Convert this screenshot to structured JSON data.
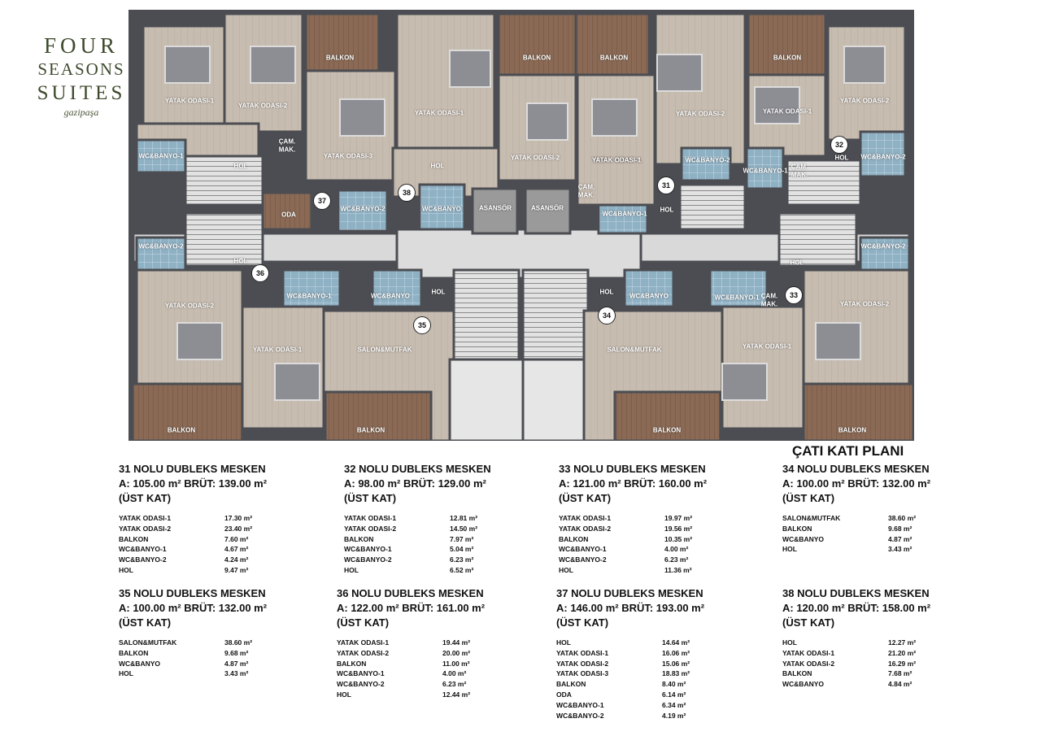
{
  "logo": {
    "line1": "FOUR",
    "line2": "SEASONS",
    "line3": "SUITES",
    "sub": "gazipaşa"
  },
  "plan_title": "ÇATI KATI PLANI",
  "rooms": {
    "balkon": "BALKON",
    "yatak1": "YATAK ODASI-1",
    "yatak2": "YATAK ODASI-2",
    "yatak3": "YATAK ODASI-3",
    "hol": "HOL",
    "wc": "WC&BANYO",
    "wc1": "WC&BANYO-1",
    "wc2": "WC&BANYO-2",
    "oda": "ODA",
    "asansor": "ASANSÖR",
    "salon": "SALON&MUTFAK",
    "cam": "ÇAM.",
    "mak": "MAK."
  },
  "markers": [
    "31",
    "32",
    "33",
    "34",
    "35",
    "36",
    "37",
    "38"
  ],
  "units": [
    {
      "title": "31 NOLU DUBLEKS MESKEN",
      "area": "A: 105.00 m² BRÜT: 139.00 m²",
      "floor": "(ÜST KAT)",
      "rooms": [
        {
          "n": "YATAK ODASI-1",
          "v": "17.30 m²"
        },
        {
          "n": "YATAK ODASI-2",
          "v": "23.40 m²"
        },
        {
          "n": "BALKON",
          "v": "7.60 m²"
        },
        {
          "n": "WC&BANYO-1",
          "v": "4.67 m²"
        },
        {
          "n": "WC&BANYO-2",
          "v": "4.24 m²"
        },
        {
          "n": "HOL",
          "v": "9.47 m²"
        }
      ]
    },
    {
      "title": "32 NOLU DUBLEKS MESKEN",
      "area": "A: 98.00 m² BRÜT: 129.00 m²",
      "floor": "(ÜST KAT)",
      "rooms": [
        {
          "n": "YATAK ODASI-1",
          "v": "12.81 m²"
        },
        {
          "n": "YATAK ODASI-2",
          "v": "14.50 m²"
        },
        {
          "n": "BALKON",
          "v": "7.97 m²"
        },
        {
          "n": "WC&BANYO-1",
          "v": "5.04 m²"
        },
        {
          "n": "WC&BANYO-2",
          "v": "6.23 m²"
        },
        {
          "n": "HOL",
          "v": "6.52 m²"
        }
      ]
    },
    {
      "title": "33 NOLU DUBLEKS MESKEN",
      "area": "A: 121.00 m² BRÜT: 160.00 m²",
      "floor": "(ÜST KAT)",
      "rooms": [
        {
          "n": "YATAK ODASI-1",
          "v": "19.97 m²"
        },
        {
          "n": "YATAK ODASI-2",
          "v": "19.56 m²"
        },
        {
          "n": "BALKON",
          "v": "10.35 m²"
        },
        {
          "n": "WC&BANYO-1",
          "v": "4.00 m²"
        },
        {
          "n": "WC&BANYO-2",
          "v": "6.23 m²"
        },
        {
          "n": "HOL",
          "v": "11.36 m²"
        }
      ]
    },
    {
      "title": "34 NOLU DUBLEKS MESKEN",
      "area": "A: 100.00 m² BRÜT: 132.00 m²",
      "floor": "(ÜST KAT)",
      "rooms": [
        {
          "n": "SALON&MUTFAK",
          "v": "38.60 m²"
        },
        {
          "n": "BALKON",
          "v": "9.68 m²"
        },
        {
          "n": "WC&BANYO",
          "v": "4.87 m²"
        },
        {
          "n": "HOL",
          "v": "3.43 m²"
        }
      ]
    },
    {
      "title": "35 NOLU DUBLEKS MESKEN",
      "area": "A: 100.00 m² BRÜT: 132.00 m²",
      "floor": "(ÜST KAT)",
      "rooms": [
        {
          "n": "SALON&MUTFAK",
          "v": "38.60 m²"
        },
        {
          "n": "BALKON",
          "v": "9.68 m²"
        },
        {
          "n": "WC&BANYO",
          "v": "4.87 m²"
        },
        {
          "n": "HOL",
          "v": "3.43 m²"
        }
      ]
    },
    {
      "title": "36 NOLU DUBLEKS MESKEN",
      "area": "A: 122.00 m² BRÜT: 161.00 m²",
      "floor": "(ÜST KAT)",
      "rooms": [
        {
          "n": "YATAK ODASI-1",
          "v": "19.44 m²"
        },
        {
          "n": "YATAK ODASI-2",
          "v": "20.00 m²"
        },
        {
          "n": "BALKON",
          "v": "11.00 m²"
        },
        {
          "n": "WC&BANYO-1",
          "v": "4.00 m²"
        },
        {
          "n": "WC&BANYO-2",
          "v": "6.23 m²"
        },
        {
          "n": "HOL",
          "v": "12.44 m²"
        }
      ]
    },
    {
      "title": "37 NOLU DUBLEKS MESKEN",
      "area": "A: 146.00 m² BRÜT: 193.00 m²",
      "floor": "(ÜST KAT)",
      "rooms": [
        {
          "n": "HOL",
          "v": "14.64 m²"
        },
        {
          "n": "YATAK ODASI-1",
          "v": "16.06 m²"
        },
        {
          "n": "YATAK ODASI-2",
          "v": "15.06 m²"
        },
        {
          "n": "YATAK ODASI-3",
          "v": "18.83 m²"
        },
        {
          "n": "BALKON",
          "v": "8.40 m²"
        },
        {
          "n": "ODA",
          "v": "6.14 m²"
        },
        {
          "n": "WC&BANYO-1",
          "v": "6.34 m²"
        },
        {
          "n": "WC&BANYO-2",
          "v": "4.19 m²"
        }
      ]
    },
    {
      "title": "38 NOLU DUBLEKS MESKEN",
      "area": "A: 120.00 m² BRÜT: 158.00 m²",
      "floor": "(ÜST KAT)",
      "rooms": [
        {
          "n": "HOL",
          "v": "12.27 m²"
        },
        {
          "n": "YATAK ODASI-1",
          "v": "21.20 m²"
        },
        {
          "n": "YATAK ODASI-2",
          "v": "16.29 m²"
        },
        {
          "n": "BALKON",
          "v": "7.68 m²"
        },
        {
          "n": "WC&BANYO",
          "v": "4.84 m²"
        }
      ]
    }
  ]
}
